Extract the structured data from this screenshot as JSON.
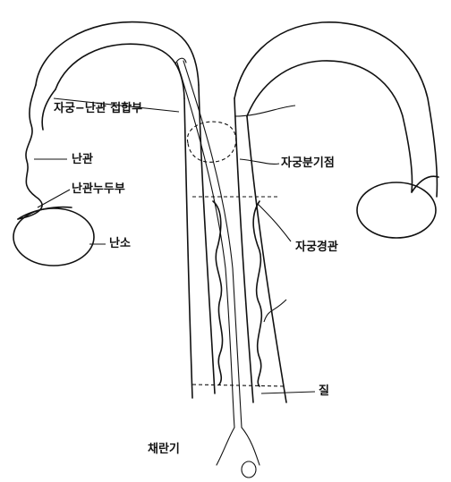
{
  "labels": {
    "utero_tubal_junction": "자궁−난관 접합부",
    "fallopian_tube": "난관",
    "infundibulum": "난관누두부",
    "ovary": "난소",
    "uterine_bifurcation": "자궁분기점",
    "cervix": "자궁경관",
    "vagina": "질",
    "egg_collector": "채란기"
  }
}
